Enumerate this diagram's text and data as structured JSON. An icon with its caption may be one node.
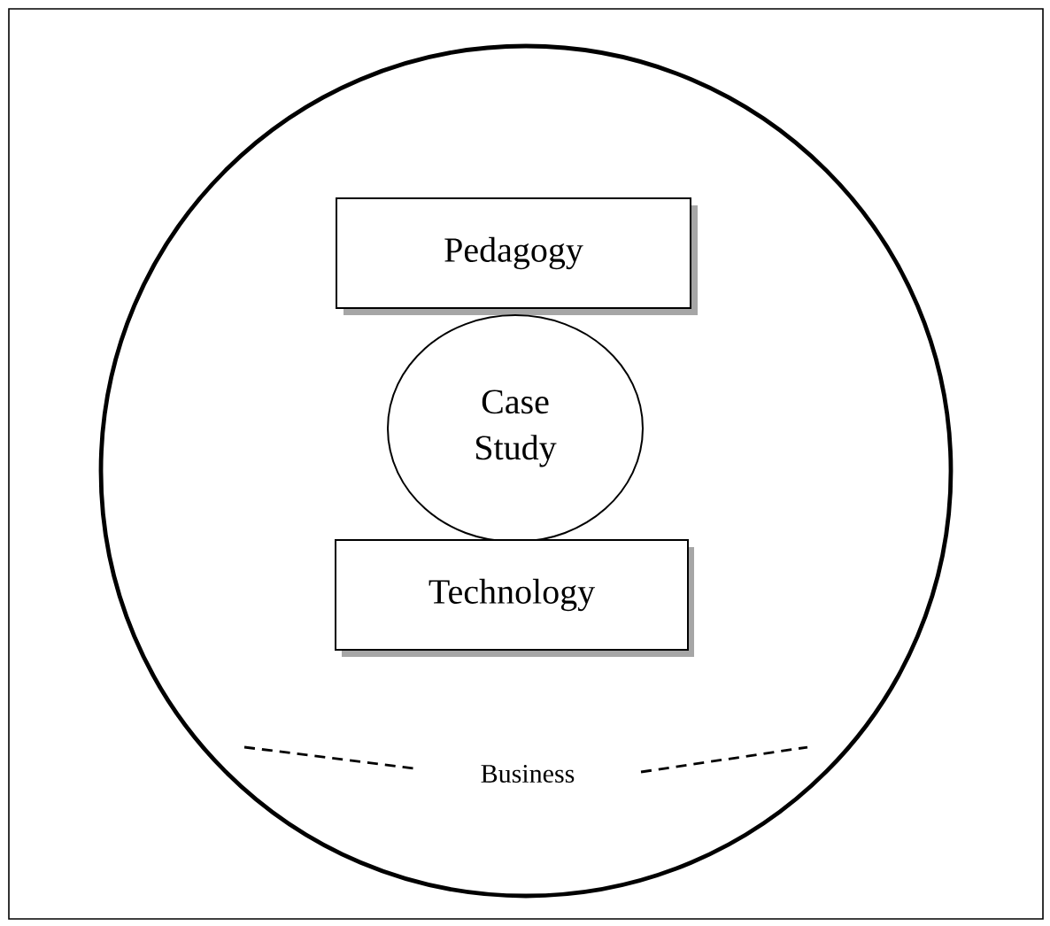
{
  "diagram": {
    "nodes": [
      {
        "text": [
          "Business"
        ]
      },
      {
        "text": [
          "Pedagogy"
        ],
        "in": 0
      },
      {
        "text": [
          "Case Study"
        ],
        "in": 0
      },
      {
        "text": [
          "Technology"
        ],
        "in": 0
      }
    ]
  }
}
